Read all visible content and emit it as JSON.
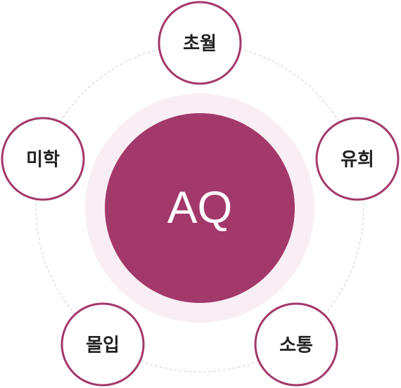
{
  "diagram": {
    "center": {
      "label": "AQ"
    },
    "nodes": [
      {
        "id": "top",
        "label": "초월"
      },
      {
        "id": "right",
        "label": "유희"
      },
      {
        "id": "bottom-right",
        "label": "소통"
      },
      {
        "id": "bottom-left",
        "label": "몰입"
      },
      {
        "id": "left",
        "label": "미학"
      }
    ],
    "colors": {
      "accent": "#a3386b",
      "halo": "#f8eef4",
      "ring": "#cfcfcf",
      "node_fill": "#ffffff",
      "text_dark": "#222222",
      "text_light": "#ffffff"
    }
  }
}
